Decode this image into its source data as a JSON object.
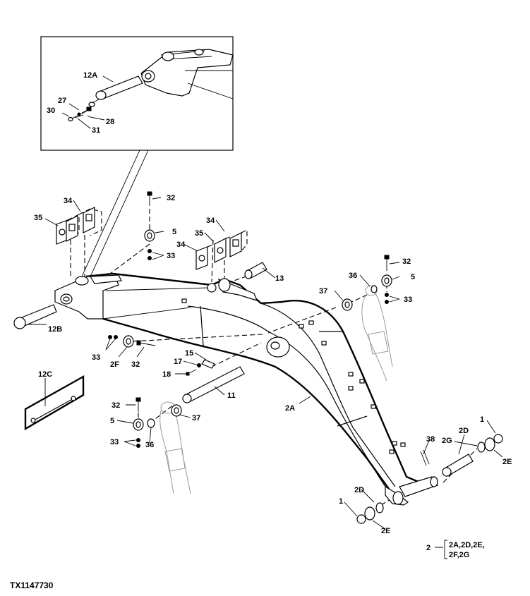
{
  "figure_code": "TX1147730",
  "callouts": {
    "c12A": "12A",
    "c27": "27",
    "c28": "28",
    "c30": "30",
    "c31": "31",
    "c34a": "34",
    "c35a": "35",
    "c32a": "32",
    "c5a": "5",
    "c33a": "33",
    "c34b": "34",
    "c35b": "35",
    "c34c": "34",
    "c13": "13",
    "c36a": "36",
    "c32b": "32",
    "c5b": "5",
    "c37a": "37",
    "c33b": "33",
    "c12B": "12B",
    "c33c": "33",
    "c2F": "2F",
    "c32c": "32",
    "c15": "15",
    "c17": "17",
    "c18": "18",
    "c11": "11",
    "c12C": "12C",
    "c2A": "2A",
    "c32d": "32",
    "c5c": "5",
    "c33d": "33",
    "c36b": "36",
    "c37b": "37",
    "c38": "38",
    "c2D1": "2D",
    "c2G": "2G",
    "c1a": "1",
    "c2E1": "2E",
    "c2D2": "2D",
    "c1b": "1",
    "c2E2": "2E"
  },
  "legend": {
    "number": "2",
    "line1": "2A,2D,2E,",
    "line2": "2F,2G"
  }
}
